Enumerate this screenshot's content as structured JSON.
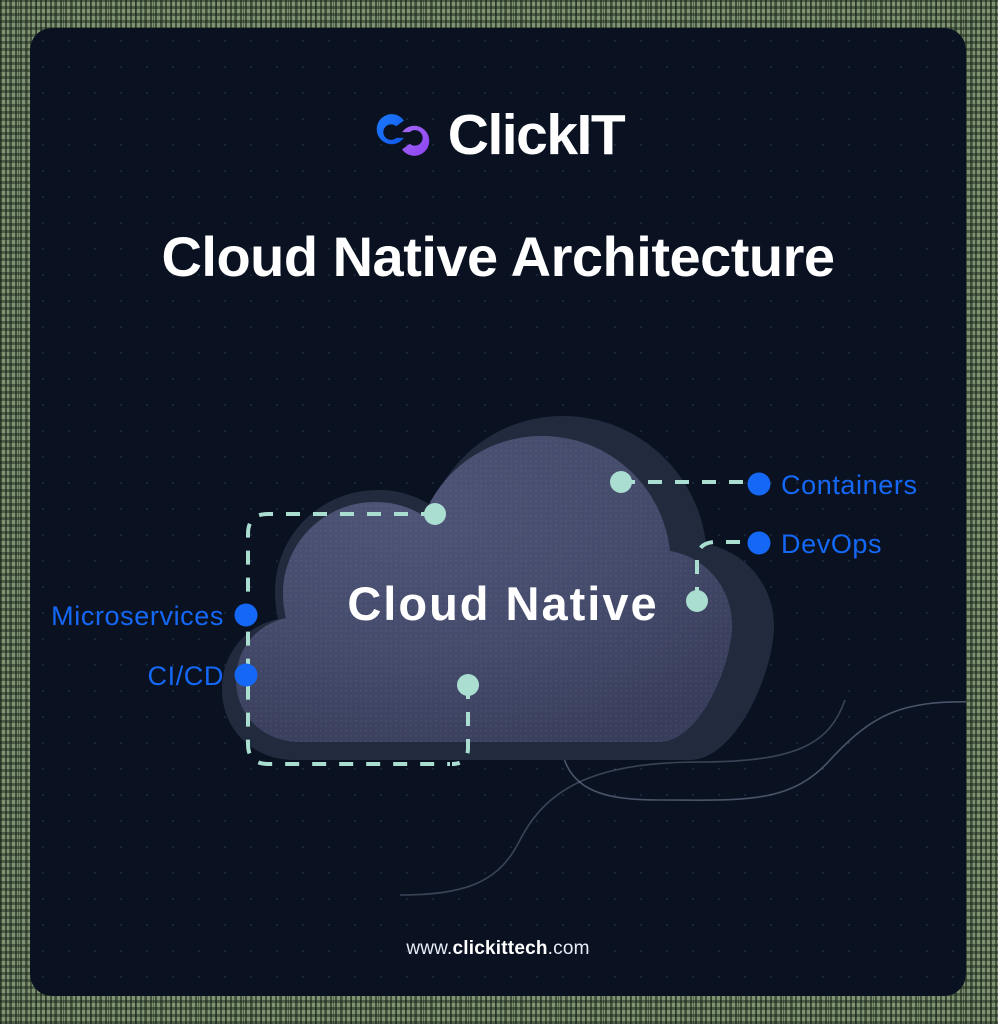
{
  "brand": {
    "logo_icon": "clickit-link-logo-icon",
    "wordmark": "ClickIT",
    "logo_blue": "#1468f0",
    "logo_purple": "#9a5cf6"
  },
  "header": {
    "title": "Cloud Native Architecture"
  },
  "diagram": {
    "center_label": "Cloud Native",
    "cloud_icon": "cloud-shape-icon",
    "colors": {
      "background": "#0a1222",
      "cloud_outer": "#222a3e",
      "cloud_inner": "#434b6b",
      "node_blue": "#1468f5",
      "connector_mint": "#a9ded1",
      "decor_line": "#8a96ad"
    },
    "nodes": [
      {
        "label": "Containers",
        "side": "right",
        "dot_color": "#1468f5",
        "anchor_color": "#a9ded1"
      },
      {
        "label": "DevOps",
        "side": "right",
        "dot_color": "#1468f5",
        "anchor_color": "#a9ded1"
      },
      {
        "label": "Microservices",
        "side": "left",
        "dot_color": "#1468f5",
        "anchor_color": "#a9ded1"
      },
      {
        "label": "CI/CD",
        "side": "left",
        "dot_color": "#1468f5",
        "anchor_color": "#a9ded1"
      }
    ]
  },
  "footer": {
    "prefix": "www.",
    "brand": "clickittech",
    "suffix": ".com"
  }
}
